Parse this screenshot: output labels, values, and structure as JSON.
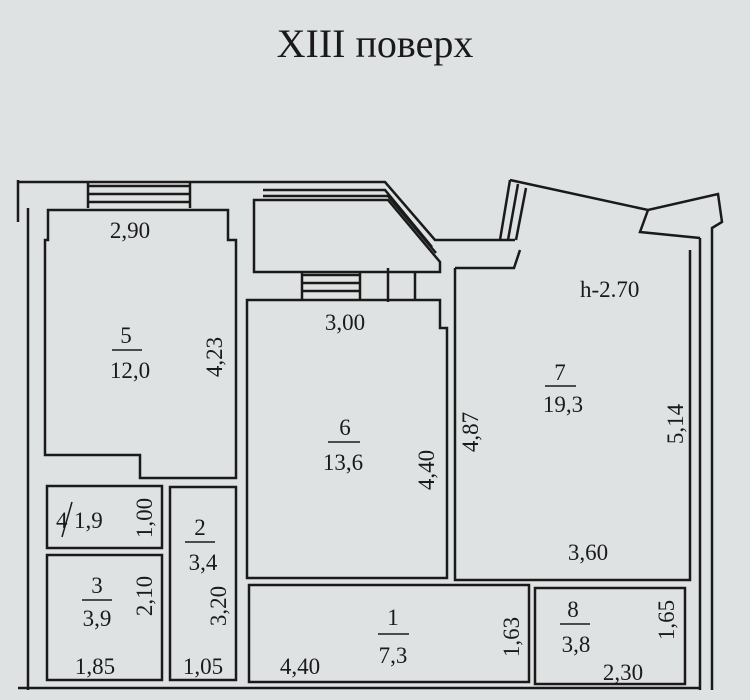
{
  "title": "XIII поверх",
  "ceiling_height": "h-2.70",
  "rooms": [
    {
      "number": "1",
      "area": "7,3",
      "dims": [
        "4,40",
        "1,63"
      ]
    },
    {
      "number": "2",
      "area": "3,4",
      "dims": [
        "1,05",
        "3,20"
      ]
    },
    {
      "number": "3",
      "area": "3,9",
      "dims": [
        "1,85",
        "2,10"
      ]
    },
    {
      "number": "4",
      "area": "1,9",
      "dims": [
        "1,00"
      ]
    },
    {
      "number": "5",
      "area": "12,0",
      "dims": [
        "2,90",
        "4,23"
      ]
    },
    {
      "number": "6",
      "area": "13,6",
      "dims": [
        "3,00",
        "4,40"
      ]
    },
    {
      "number": "7",
      "area": "19,3",
      "dims": [
        "3,60",
        "4,87",
        "5,14"
      ]
    },
    {
      "number": "8",
      "area": "3,8",
      "dims": [
        "2,30",
        "1,65"
      ]
    }
  ]
}
